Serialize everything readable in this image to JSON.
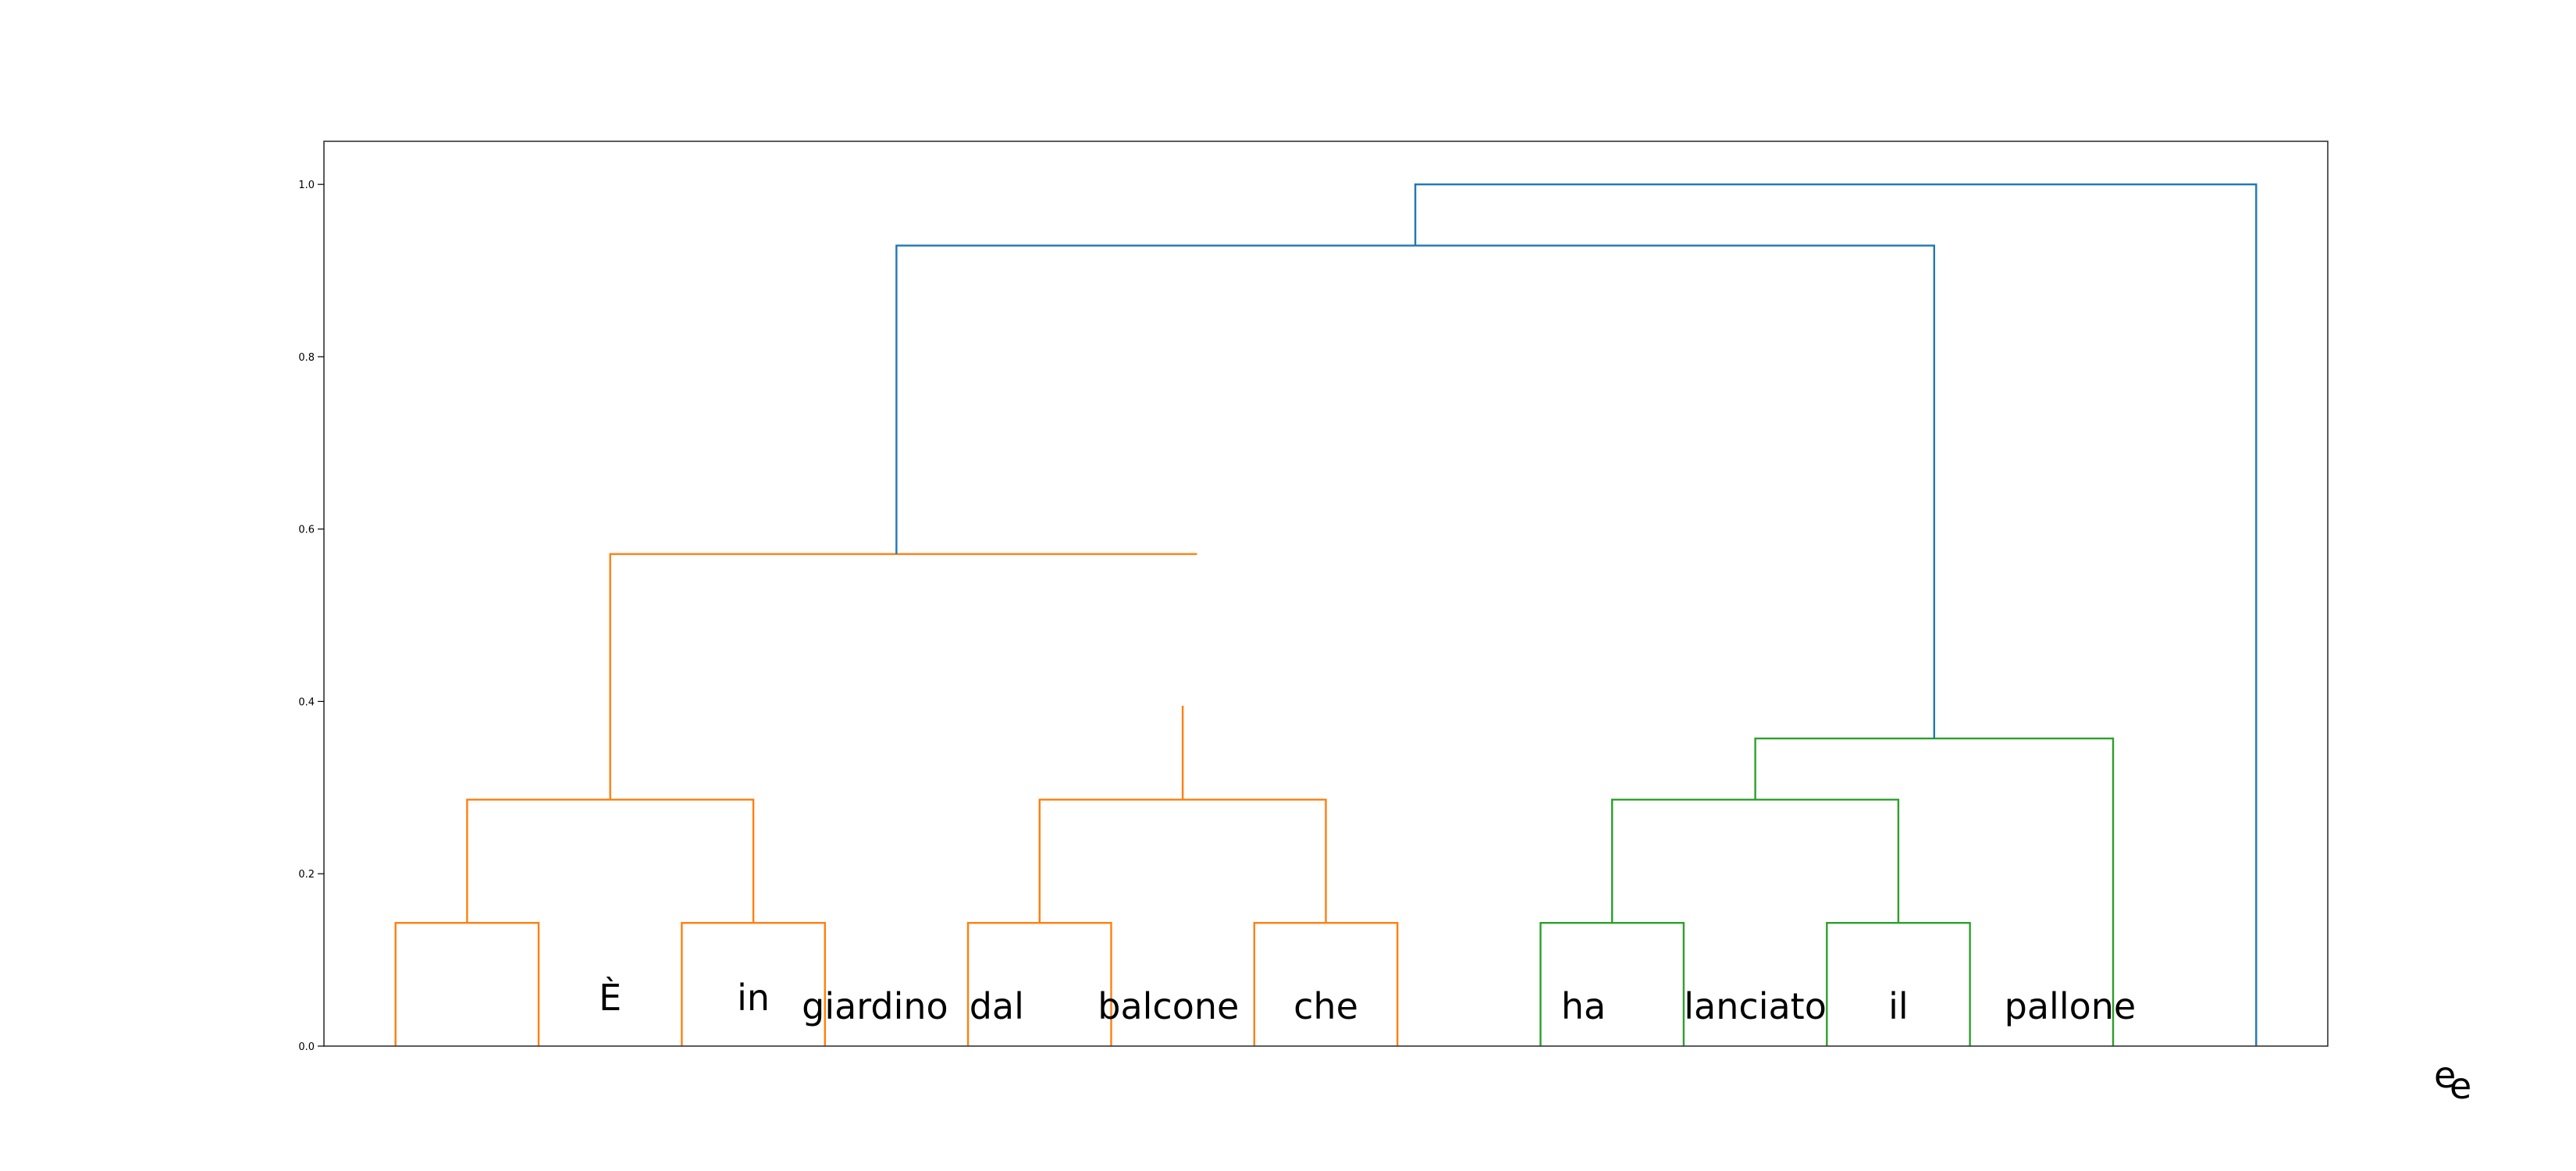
{
  "chart_data": {
    "type": "dendrogram",
    "title": "",
    "xlabel": "",
    "ylabel": "",
    "ylim": [
      0.0,
      1.05
    ],
    "yticks": [
      "0.0",
      "0.2",
      "0.4",
      "0.6",
      "0.8",
      "1.0"
    ],
    "grid": false,
    "leaf_positions": [
      1,
      3,
      5,
      7,
      9,
      11,
      13,
      15,
      17,
      19,
      21,
      23,
      25,
      27
    ],
    "xlim": [
      0,
      28
    ],
    "words": [
      {
        "text": "È",
        "pos": 4,
        "y": 0.04
      },
      {
        "text": "in",
        "pos": 6,
        "y": 0.04
      },
      {
        "text": "giardino",
        "pos": 7.7,
        "y": 0.03
      },
      {
        "text": "dal",
        "pos": 9.4,
        "y": 0.03
      },
      {
        "text": "balcone",
        "pos": 11.8,
        "y": 0.03
      },
      {
        "text": "che",
        "pos": 14,
        "y": 0.03
      },
      {
        "text": "ha",
        "pos": 17.6,
        "y": 0.03
      },
      {
        "text": "lanciato",
        "pos": 20,
        "y": 0.03
      },
      {
        "text": "il",
        "pos": 22,
        "y": 0.03
      },
      {
        "text": "pallone",
        "pos": 24.4,
        "y": 0.03
      }
    ],
    "links": [
      {
        "x": [
          1,
          1,
          3,
          3
        ],
        "y": [
          0.0,
          0.143,
          0.143,
          0.0
        ],
        "color": "#ff7f0e"
      },
      {
        "x": [
          5,
          5,
          7,
          7
        ],
        "y": [
          0.0,
          0.143,
          0.143,
          0.0
        ],
        "color": "#ff7f0e"
      },
      {
        "x": [
          2,
          2,
          6,
          6
        ],
        "y": [
          0.143,
          0.286,
          0.286,
          0.143
        ],
        "color": "#ff7f0e"
      },
      {
        "x": [
          9,
          9,
          11,
          11
        ],
        "y": [
          0.0,
          0.143,
          0.143,
          0.0
        ],
        "color": "#ff7f0e"
      },
      {
        "x": [
          13,
          13,
          15,
          15
        ],
        "y": [
          0.0,
          0.143,
          0.143,
          0.0
        ],
        "color": "#ff7f0e"
      },
      {
        "x": [
          10,
          10,
          14,
          14
        ],
        "y": [
          0.143,
          0.286,
          0.286,
          0.143
        ],
        "color": "#ff7f0e"
      },
      {
        "x": [
          12,
          12
        ],
        "y": [
          0.286,
          0.395
        ],
        "color": "#ff7f0e"
      },
      {
        "x": [
          4,
          4,
          12.2
        ],
        "y": [
          0.286,
          0.571,
          0.571
        ],
        "color": "#ff7f0e"
      },
      {
        "x": [
          17,
          17,
          19,
          19
        ],
        "y": [
          0.0,
          0.143,
          0.143,
          0.0
        ],
        "color": "#2ca02c"
      },
      {
        "x": [
          21,
          21,
          23,
          23
        ],
        "y": [
          0.0,
          0.143,
          0.143,
          0.0
        ],
        "color": "#2ca02c"
      },
      {
        "x": [
          18,
          18,
          22,
          22
        ],
        "y": [
          0.143,
          0.286,
          0.286,
          0.143
        ],
        "color": "#2ca02c"
      },
      {
        "x": [
          20,
          20,
          25,
          25
        ],
        "y": [
          0.286,
          0.357,
          0.357,
          0.0
        ],
        "color": "#2ca02c"
      },
      {
        "x": [
          8,
          8,
          22.5,
          22.5
        ],
        "y": [
          0.571,
          0.929,
          0.929,
          0.357
        ],
        "color": "#1f77b4"
      },
      {
        "x": [
          15.25,
          15.25,
          27,
          27
        ],
        "y": [
          0.929,
          1.0,
          1.0,
          0.0
        ],
        "color": "#1f77b4"
      }
    ],
    "stray_text": "ee",
    "colors": {
      "orange": "#ff7f0e",
      "green": "#2ca02c",
      "blue": "#1f77b4"
    }
  }
}
